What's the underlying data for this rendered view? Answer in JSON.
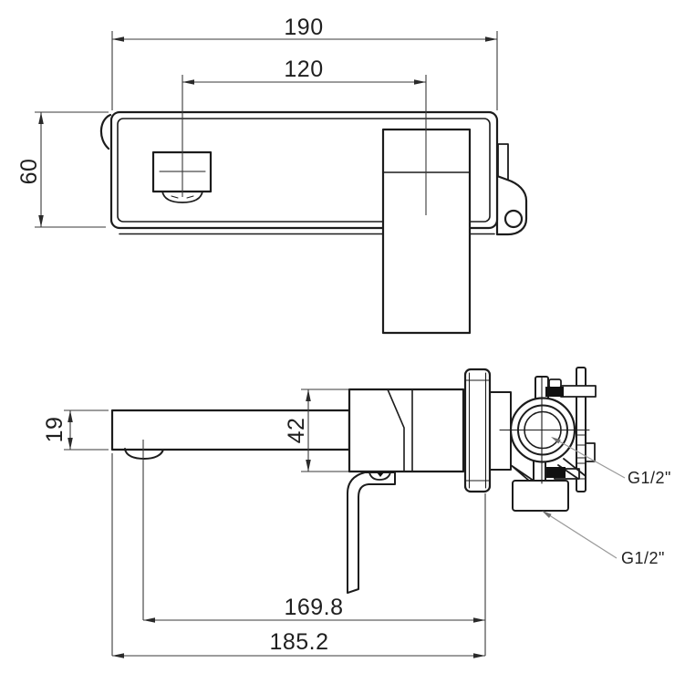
{
  "diagram": {
    "dimensions": {
      "plate_width": "190",
      "spout_center_offset": "120",
      "plate_height": "60",
      "spout_height": "19",
      "valve_body_height": "42",
      "reach_to_aerator": "169.8",
      "reach_overall": "185.2"
    },
    "threads": {
      "upper": "G1/2\"",
      "lower": "G1/2\""
    },
    "colors": {
      "background": "#ffffff",
      "object_line": "#1c1c1c",
      "dimension_line": "#3a3a3a",
      "leader_line": "#9a9a9a",
      "text": "#1f1f1f"
    }
  }
}
